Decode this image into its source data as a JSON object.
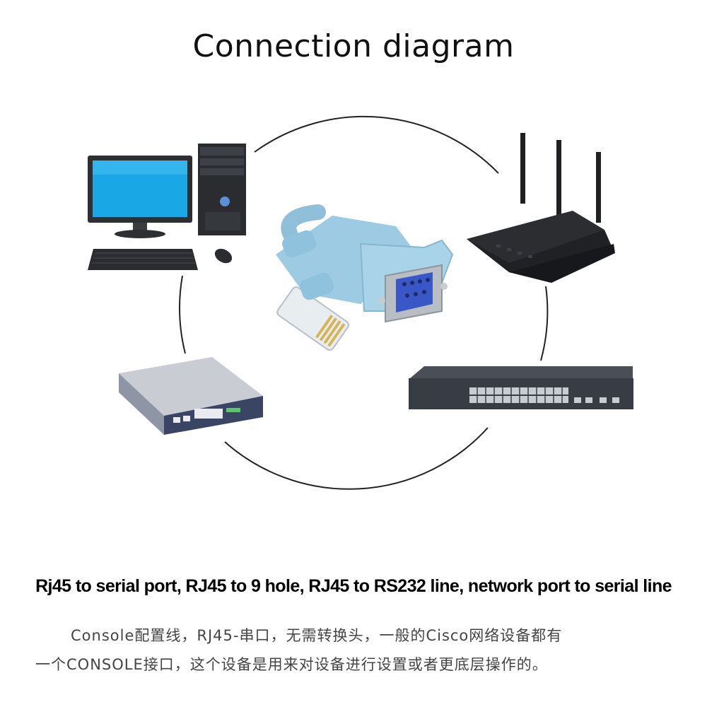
{
  "title": "Connection diagram",
  "devices": [
    {
      "name": "desktop-computer",
      "icon": "computer-icon"
    },
    {
      "name": "wireless-router",
      "icon": "router-icon"
    },
    {
      "name": "small-network-router",
      "icon": "router-box-icon"
    },
    {
      "name": "network-switch",
      "icon": "switch-icon"
    }
  ],
  "center_item": {
    "icon": "rj45-to-db9-cable-icon",
    "color": "#9ccbe3"
  },
  "caption_en": "Rj45 to serial port, RJ45 to 9 hole, RJ45 to RS232 line, network port to serial line",
  "caption_cn": {
    "line1": "Console配置线，RJ45-串口，无需转换头，一般的Cisco网络设备都有",
    "line2": "一个CONSOLE接口，这个设备是用来对设备进行设置或者更底层操作的。"
  },
  "colors": {
    "circle": "#222222",
    "screen": "#1aa7e6",
    "device_dark": "#2f3238",
    "cable_blue": "#9ccbe3",
    "port_blue": "#3a57c8"
  }
}
